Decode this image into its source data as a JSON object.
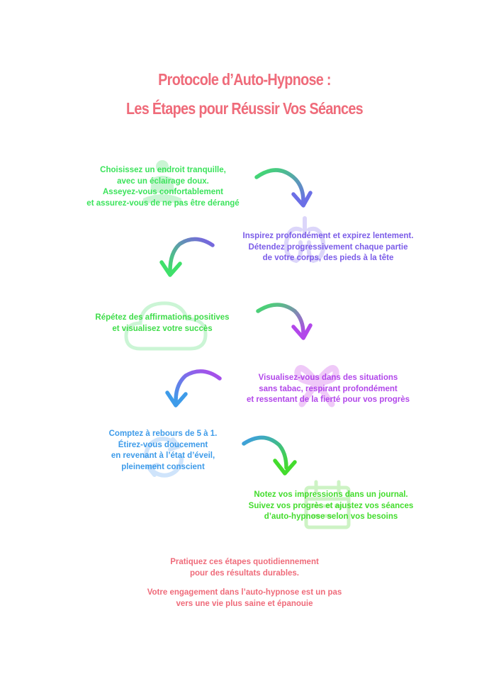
{
  "title": {
    "line1": "Protocole d’Auto-Hypnose :",
    "line2": "Les Étapes pour Réussir Vos Séances"
  },
  "steps": [
    {
      "lines": [
        "Choisissez un endroit tranquille,",
        "avec un éclairage doux.",
        "Asseyez-vous confortablement",
        "et assurez-vous de ne pas être dérangé"
      ],
      "color": "#3be35b",
      "icon": "meditation-person-icon"
    },
    {
      "lines": [
        "Inspirez profondément et expirez lentement.",
        "Détendez progressivement chaque partie",
        "de votre corps, des pieds à la tête"
      ],
      "color": "#7b5ce8",
      "icon": "lungs-icon"
    },
    {
      "lines": [
        "Répétez des affirmations positives",
        "et visualisez votre succès"
      ],
      "color": "#3fdc4a",
      "icon": "cloud-icon"
    },
    {
      "lines": [
        "Visualisez-vous dans des situations",
        "sans tabac, respirant profondément",
        "et ressentant de la fierté pour vos progrès"
      ],
      "color": "#b247ea",
      "icon": "ribbon-icon"
    },
    {
      "lines": [
        "Comptez à rebours de 5 à 1.",
        "Étirez-vous doucement",
        "en revenant à l’état d’éveil,",
        "pleinement conscient"
      ],
      "color": "#3e9be9",
      "icon": "refresh-icon"
    },
    {
      "lines": [
        "Notez vos impressions dans un journal.",
        "Suivez vos progrès et ajustez vos séances",
        "d’auto-hypnose selon vos besoins"
      ],
      "color": "#43dc2d",
      "icon": "calendar-icon"
    }
  ],
  "footer": {
    "line1": "Pratiquez ces étapes quotidiennement",
    "line2": "pour des résultats durables.",
    "line3": "Votre engagement dans l’auto-hypnose est un pas",
    "line4": "vers une vie plus saine et épanouie"
  },
  "colors": {
    "title": "#ef6b7a",
    "footer": "#ef6b7a"
  }
}
